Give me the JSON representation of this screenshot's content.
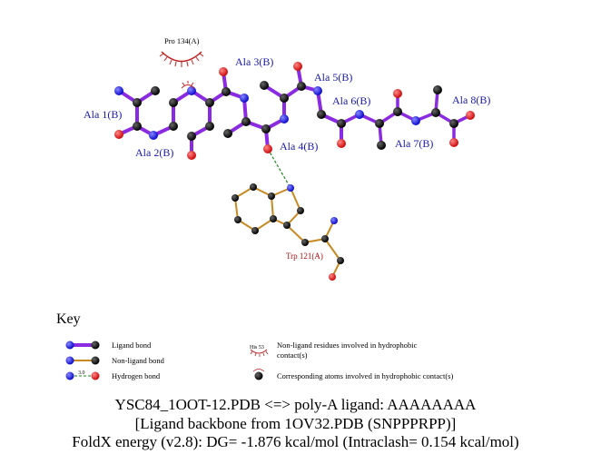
{
  "colors": {
    "ligand_bond": "#8a2be2",
    "nonligand_bond": "#c88a20",
    "hbond": "#1a8a1a",
    "nitrogen": "#1010dd",
    "oxygen": "#dd1010",
    "carbon": "#000000",
    "hydrophobic": "#c02020",
    "ligand_label": "#1a1aaa",
    "nonligand_label": "#b01010"
  },
  "ligand_residues": [
    {
      "label": "Ala 1(B)"
    },
    {
      "label": "Ala 2(B)"
    },
    {
      "label": "Ala 3(B)"
    },
    {
      "label": "Ala 4(B)"
    },
    {
      "label": "Ala 5(B)"
    },
    {
      "label": "Ala 6(B)"
    },
    {
      "label": "Ala 7(B)"
    },
    {
      "label": "Ala 8(B)"
    }
  ],
  "nonligand_residues": [
    {
      "label": "Trp 121(A)"
    }
  ],
  "hydrophobic_residues": [
    {
      "label": "Pro 134(A)"
    }
  ],
  "key": {
    "title": "Key",
    "ligand_bond": "Ligand bond",
    "nonligand_bond": "Non-ligand bond",
    "hydrogen_bond": "Hydrogen bond",
    "hbond_length": "3.0",
    "his_label": "His 53",
    "hydrophobic_residue_line1": "Non-ligand residues involved in hydrophobic",
    "hydrophobic_residue_line2": "contact(s)",
    "hydrophobic_atom": "Corresponding atoms involved in hydrophobic contact(s)"
  },
  "caption": {
    "line1": "YSC84_1OOT-12.PDB <=> poly-A ligand: AAAAAAAA",
    "line2": "[Ligand backbone from 1OV32.PDB (SNPPPRPP)]",
    "line3": "FoldX energy (v2.8): DG= -1.876 kcal/mol (Intraclash= 0.154 kcal/mol)"
  }
}
